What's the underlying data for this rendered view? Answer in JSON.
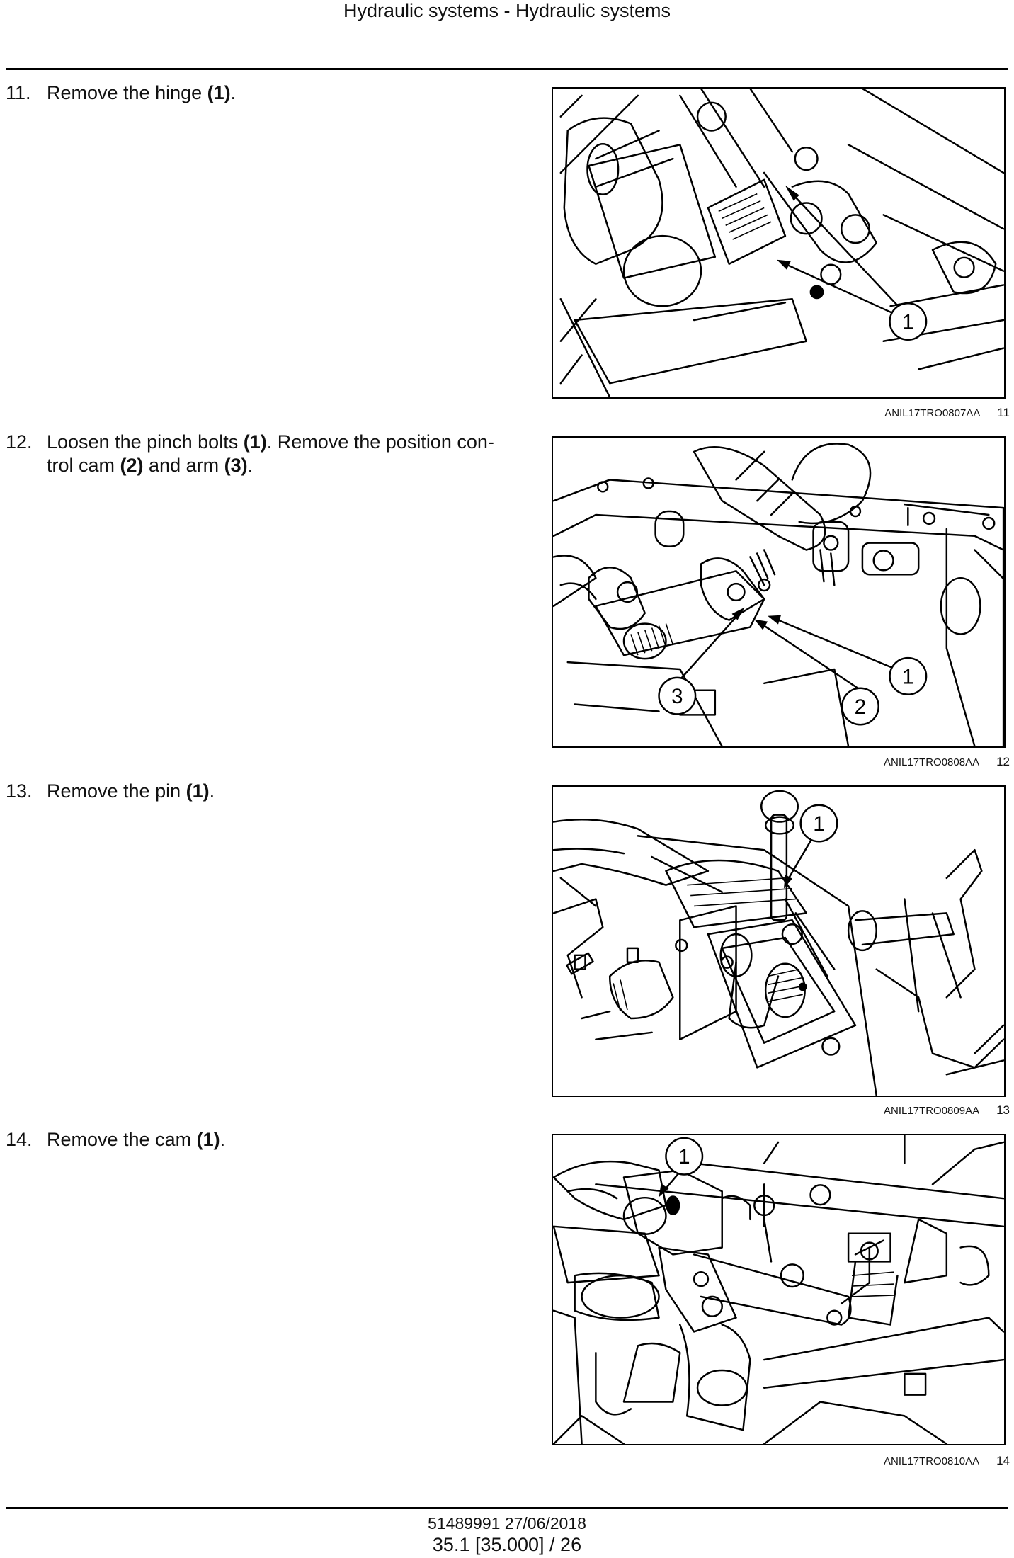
{
  "header": {
    "title": "Hydraulic systems - Hydraulic systems"
  },
  "steps": [
    {
      "number": "11.",
      "parts": [
        "Remove the hinge ",
        "(1)",
        "."
      ],
      "figure": {
        "code": "ANIL17TRO0807AA",
        "number": "11",
        "callouts": [
          "1"
        ]
      }
    },
    {
      "number": "12.",
      "parts": [
        "Loosen the pinch bolts ",
        "(1)",
        ". Remove the position con-",
        "trol cam ",
        "(2)",
        " and arm ",
        "(3)",
        "."
      ],
      "figure": {
        "code": "ANIL17TRO0808AA",
        "number": "12",
        "callouts": [
          "1",
          "2",
          "3"
        ]
      }
    },
    {
      "number": "13.",
      "parts": [
        "Remove the pin ",
        "(1)",
        "."
      ],
      "figure": {
        "code": "ANIL17TRO0809AA",
        "number": "13",
        "callouts": [
          "1"
        ]
      }
    },
    {
      "number": "14.",
      "parts": [
        "Remove the cam ",
        "(1)",
        "."
      ],
      "figure": {
        "code": "ANIL17TRO0810AA",
        "number": "14",
        "callouts": [
          "1"
        ]
      }
    }
  ],
  "footer": {
    "doc": "51489991 27/06/2018",
    "page": "35.1 [35.000] / 26"
  }
}
